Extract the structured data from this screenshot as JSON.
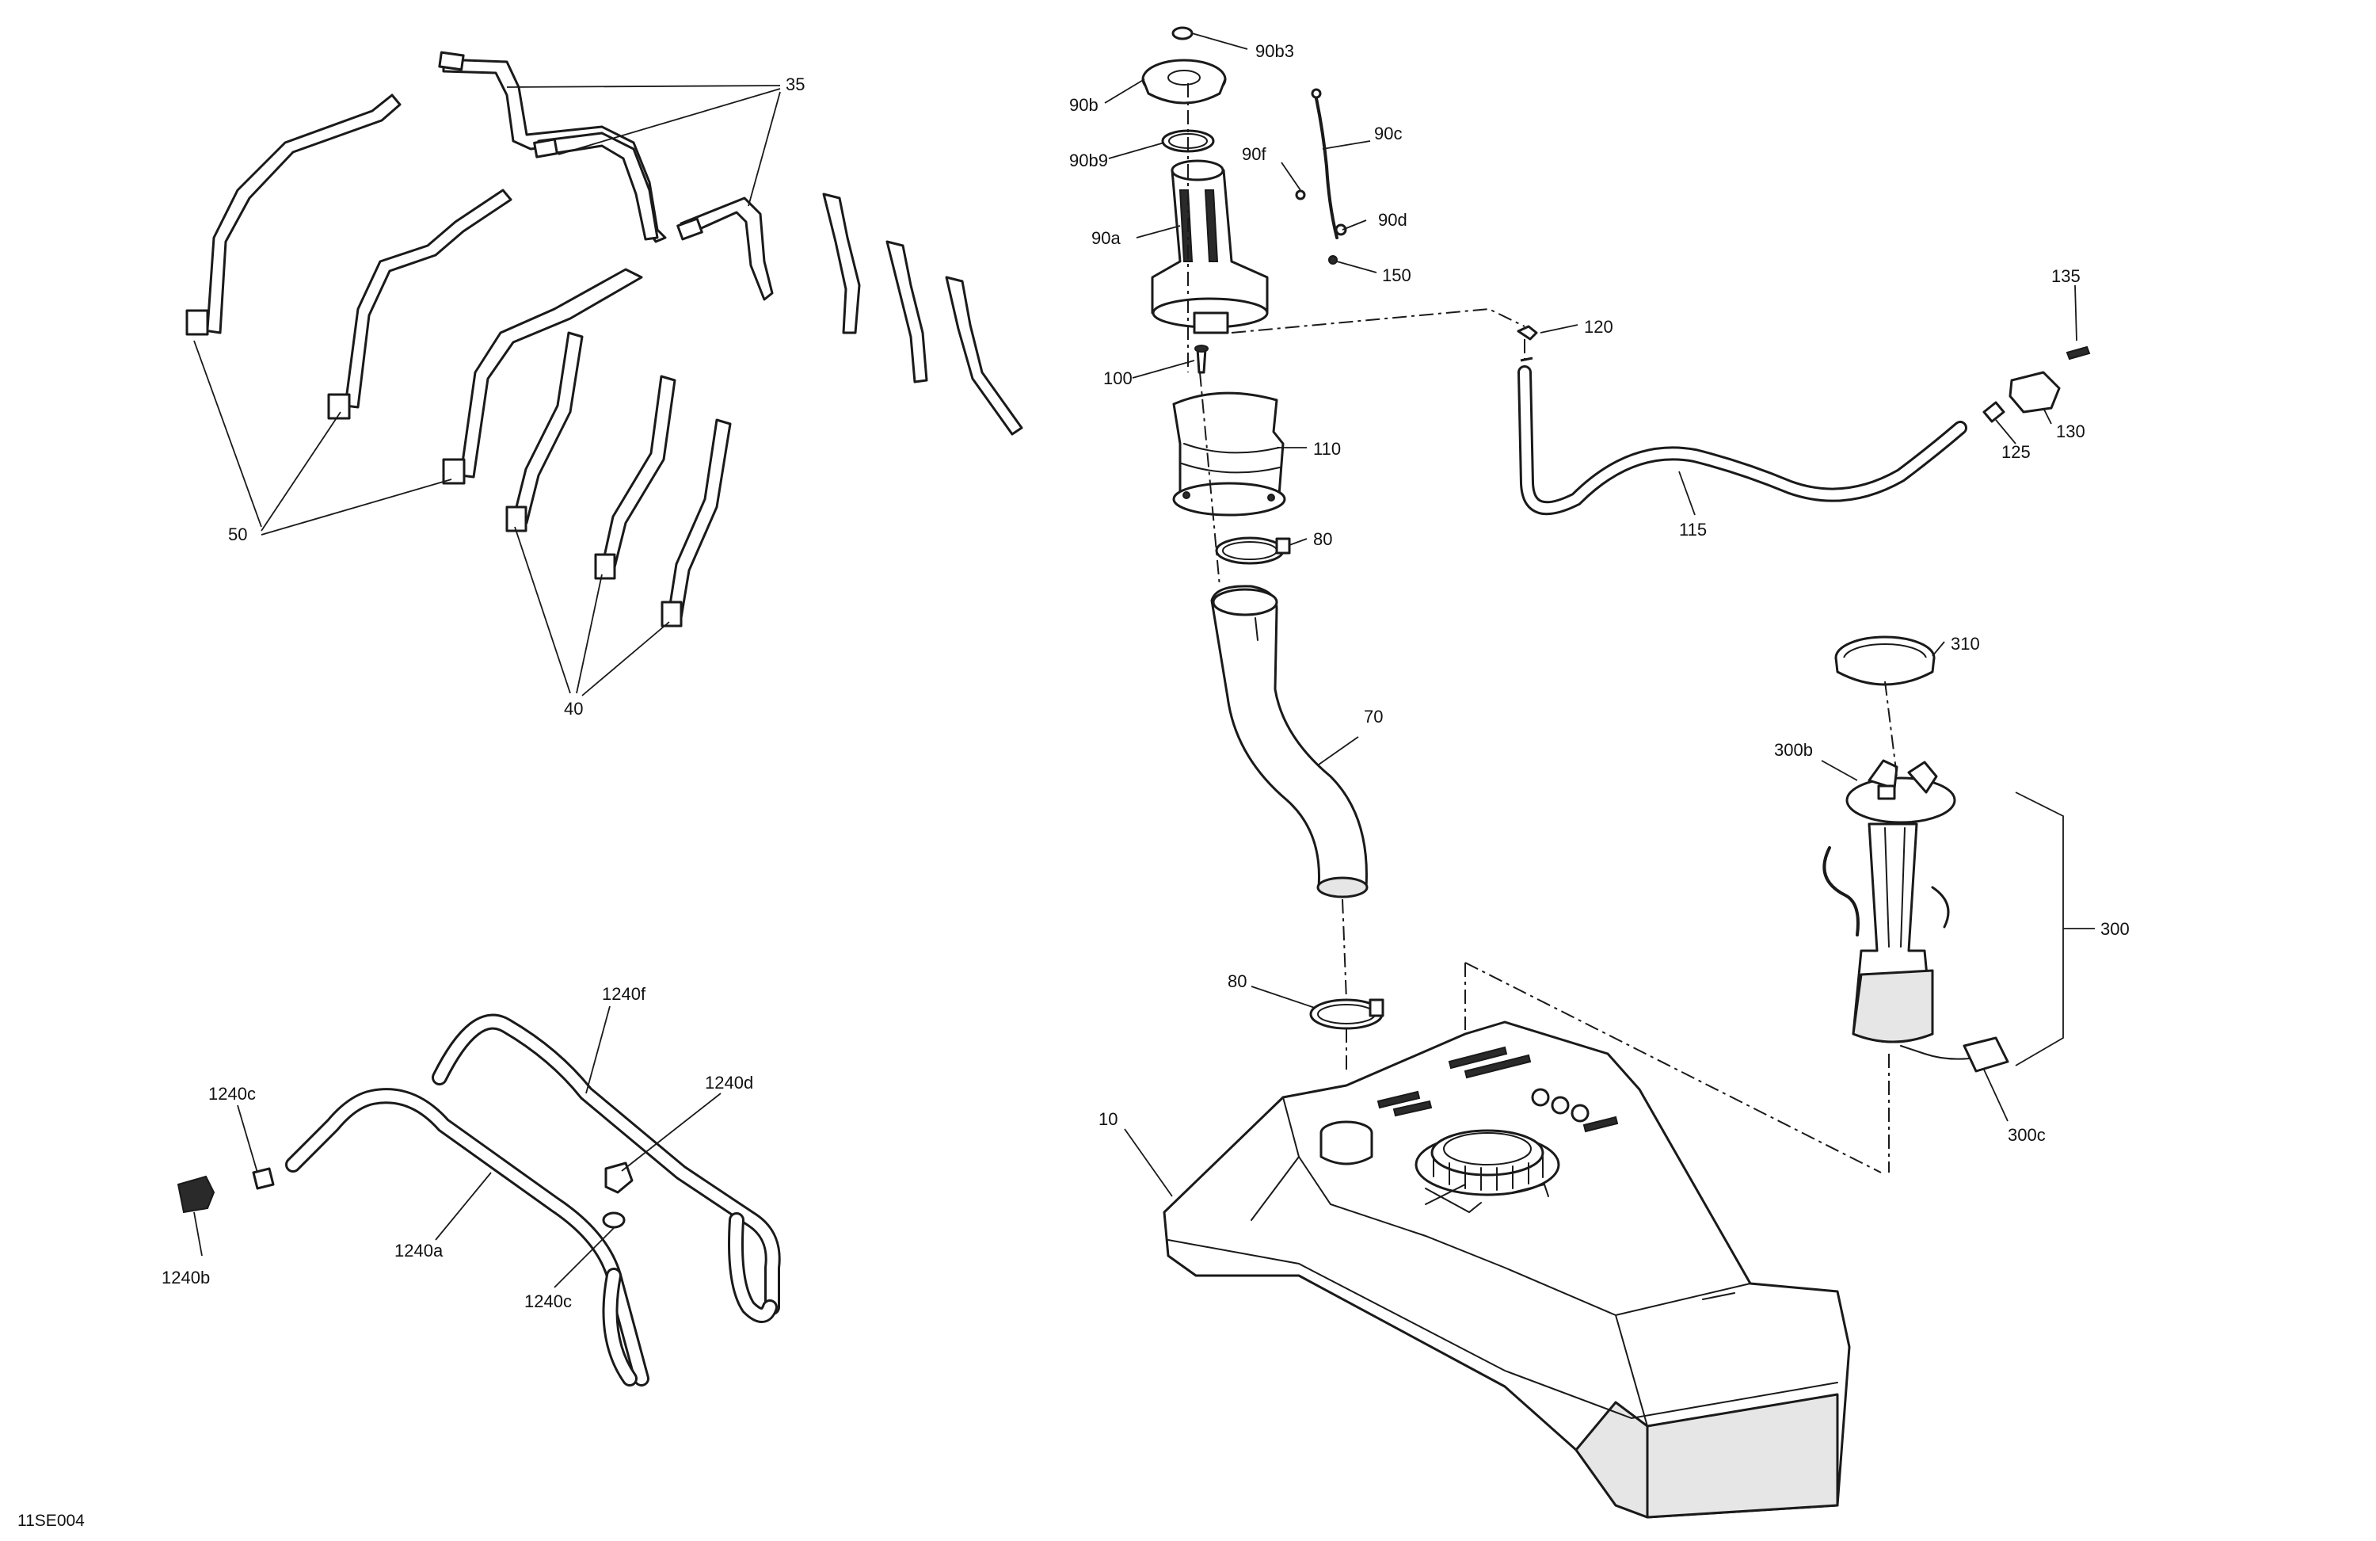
{
  "figure_id": "11SE004",
  "callouts": {
    "c35": "35",
    "c50": "50",
    "c40": "40",
    "c90b3": "90b3",
    "c90b": "90b",
    "c90b9": "90b9",
    "c90c": "90c",
    "c90f": "90f",
    "c90a": "90a",
    "c90d": "90d",
    "c150": "150",
    "c120": "120",
    "c135": "135",
    "c100": "100",
    "c110": "110",
    "c130": "130",
    "c125": "125",
    "c80a": "80",
    "c115": "115",
    "c310": "310",
    "c70": "70",
    "c300b": "300b",
    "c300": "300",
    "c80b": "80",
    "c1240f": "1240f",
    "c1240d": "1240d",
    "c1240c_top": "1240c",
    "c10": "10",
    "c300c": "300c",
    "c1240a": "1240a",
    "c1240b": "1240b",
    "c1240c_bottom": "1240c"
  }
}
